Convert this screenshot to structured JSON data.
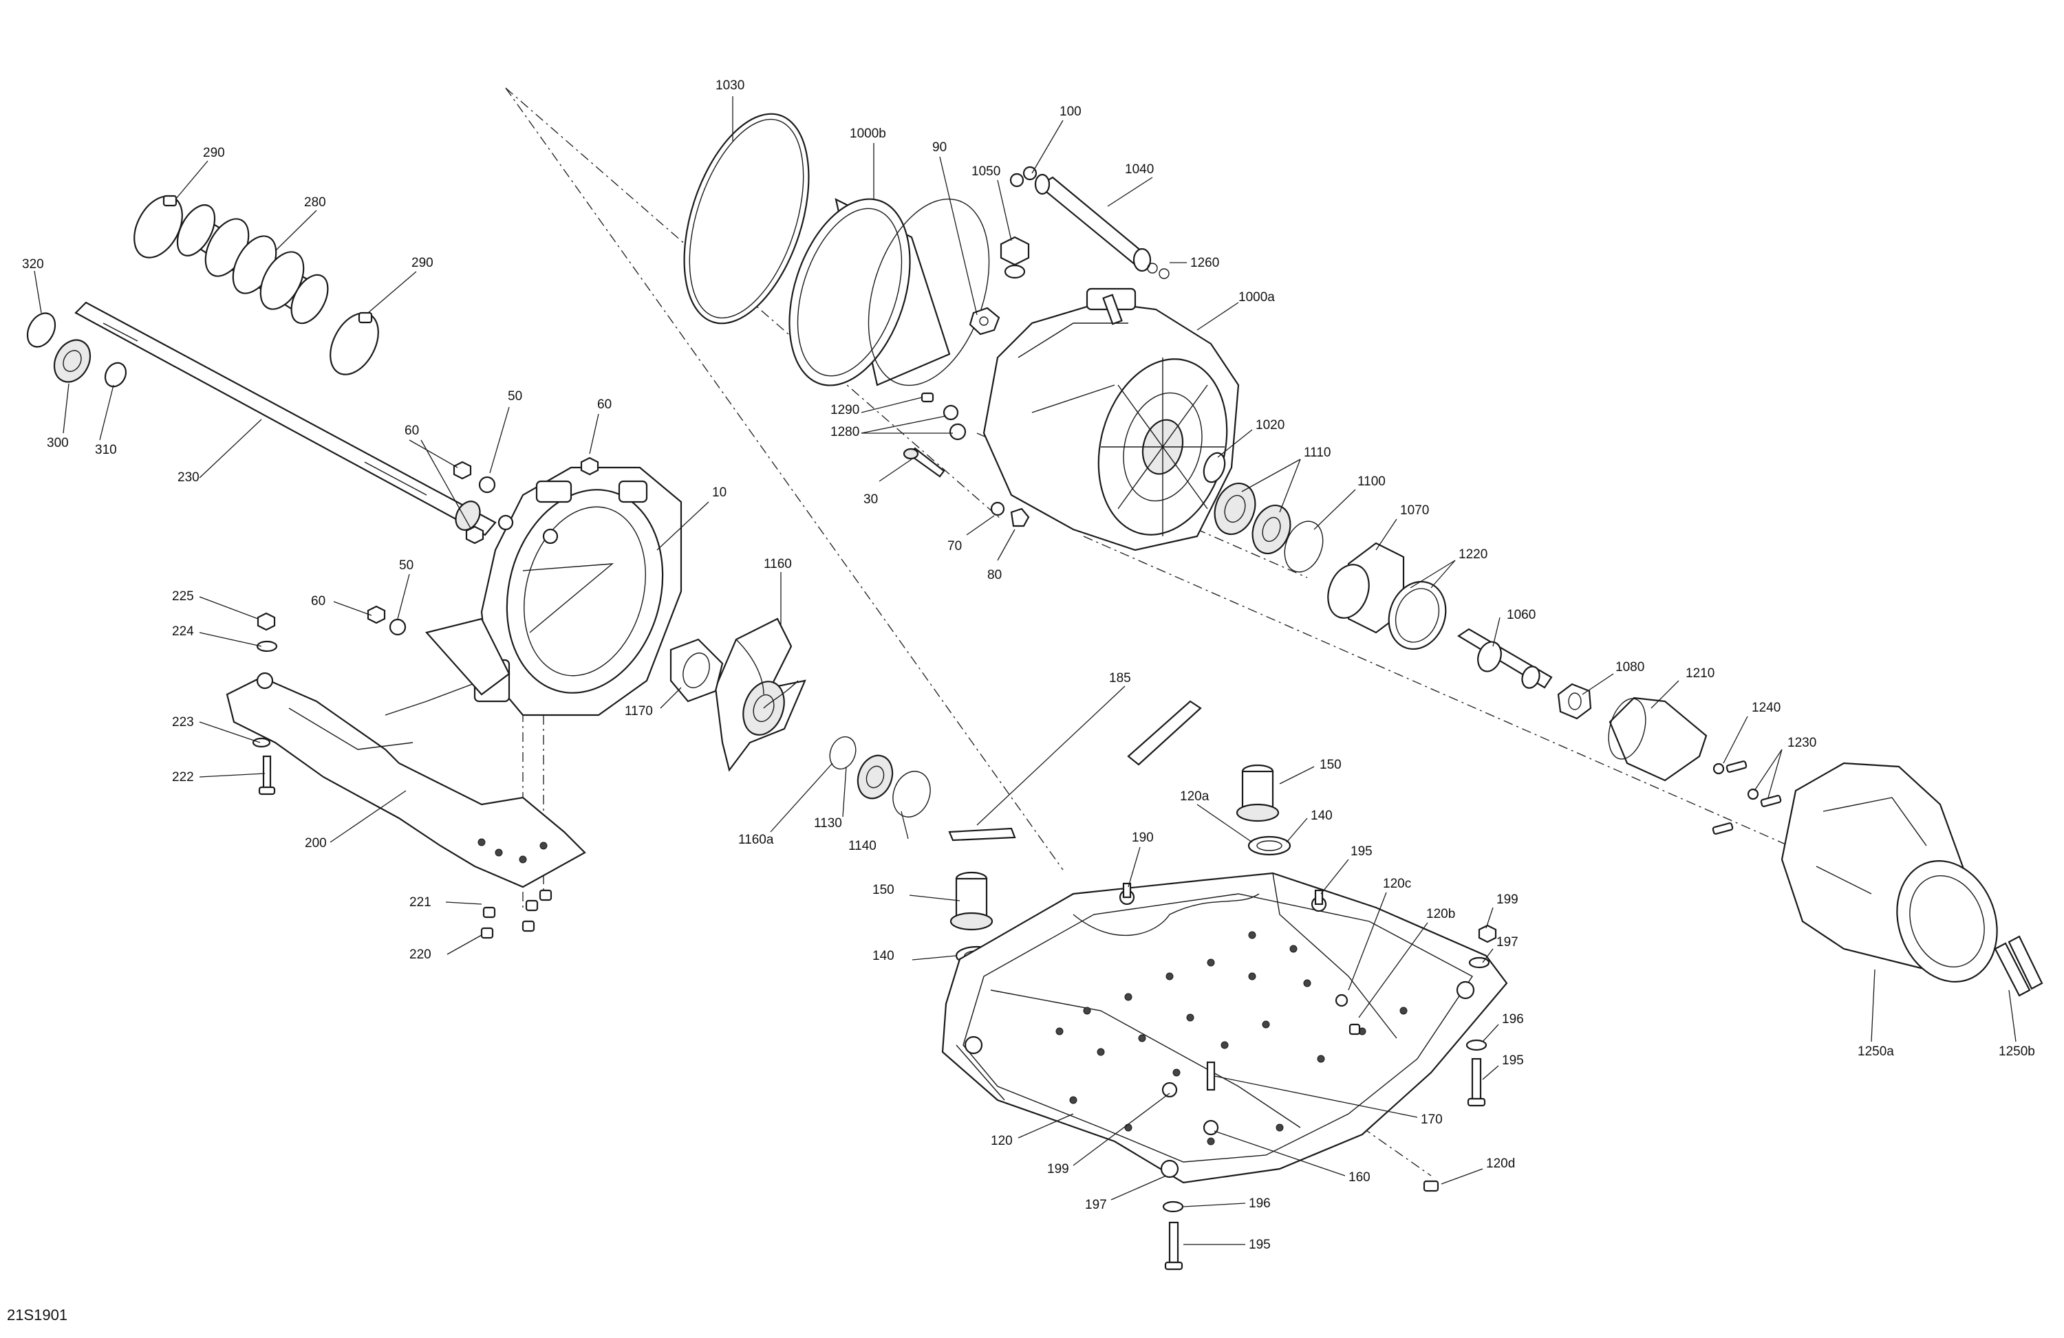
{
  "figure_id": "21S1901",
  "callouts": [
    {
      "label": "1030"
    },
    {
      "label": "1000b"
    },
    {
      "label": "90"
    },
    {
      "label": "100"
    },
    {
      "label": "1050"
    },
    {
      "label": "1040"
    },
    {
      "label": "1260"
    },
    {
      "label": "1000a"
    },
    {
      "label": "290"
    },
    {
      "label": "280"
    },
    {
      "label": "290"
    },
    {
      "label": "320"
    },
    {
      "label": "300"
    },
    {
      "label": "310"
    },
    {
      "label": "230"
    },
    {
      "label": "50"
    },
    {
      "label": "60"
    },
    {
      "label": "60"
    },
    {
      "label": "10"
    },
    {
      "label": "1290"
    },
    {
      "label": "1280"
    },
    {
      "label": "30"
    },
    {
      "label": "70"
    },
    {
      "label": "80"
    },
    {
      "label": "1020"
    },
    {
      "label": "1110"
    },
    {
      "label": "1100"
    },
    {
      "label": "1070"
    },
    {
      "label": "1220"
    },
    {
      "label": "1060"
    },
    {
      "label": "1080"
    },
    {
      "label": "1210"
    },
    {
      "label": "1240"
    },
    {
      "label": "1230"
    },
    {
      "label": "225"
    },
    {
      "label": "224"
    },
    {
      "label": "60"
    },
    {
      "label": "50"
    },
    {
      "label": "1160"
    },
    {
      "label": "223"
    },
    {
      "label": "222"
    },
    {
      "label": "1170"
    },
    {
      "label": "200"
    },
    {
      "label": "185"
    },
    {
      "label": "150"
    },
    {
      "label": "120a"
    },
    {
      "label": "140"
    },
    {
      "label": "1130"
    },
    {
      "label": "1160a"
    },
    {
      "label": "1140"
    },
    {
      "label": "190"
    },
    {
      "label": "195"
    },
    {
      "label": "120c"
    },
    {
      "label": "150"
    },
    {
      "label": "120b"
    },
    {
      "label": "199"
    },
    {
      "label": "140"
    },
    {
      "label": "197"
    },
    {
      "label": "221"
    },
    {
      "label": "220"
    },
    {
      "label": "196"
    },
    {
      "label": "195"
    },
    {
      "label": "170"
    },
    {
      "label": "120"
    },
    {
      "label": "199"
    },
    {
      "label": "160"
    },
    {
      "label": "197"
    },
    {
      "label": "120d"
    },
    {
      "label": "196"
    },
    {
      "label": "195"
    },
    {
      "label": "1250a"
    },
    {
      "label": "1250b"
    }
  ]
}
